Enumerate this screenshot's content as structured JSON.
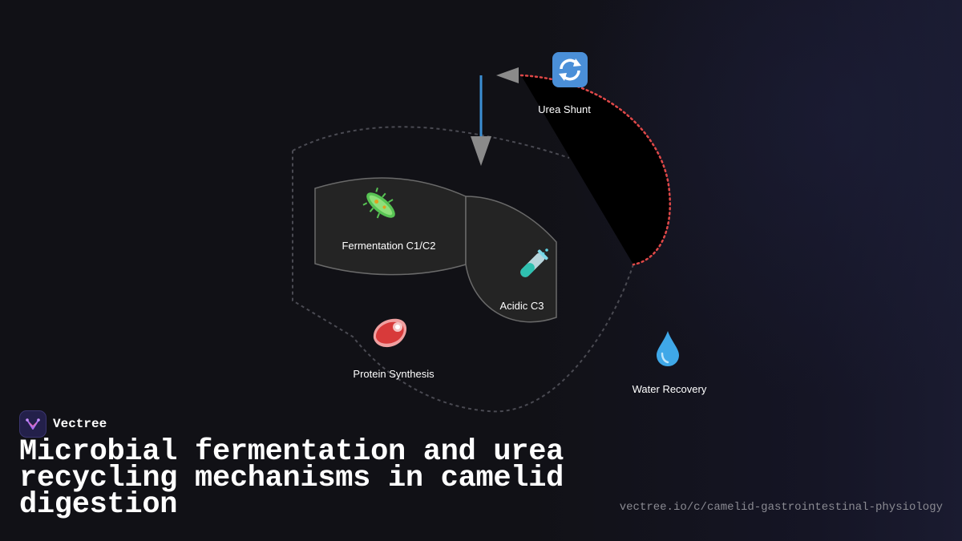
{
  "diagram": {
    "nodes": {
      "urea_shunt": {
        "label": "Urea Shunt",
        "icon": "counterclockwise-arrows-icon"
      },
      "fermentation": {
        "label": "Fermentation C1/C2",
        "icon": "microbe-icon"
      },
      "acidic": {
        "label": "Acidic C3",
        "icon": "test-tube-icon"
      },
      "protein": {
        "label": "Protein Synthesis",
        "icon": "meat-icon"
      },
      "water": {
        "label": "Water Recovery",
        "icon": "droplet-icon"
      }
    },
    "colors": {
      "compartment_fill": "#242424",
      "compartment_stroke": "#6a6a6a",
      "dashed_outline": "#4a4a52",
      "urea_path": "#e04848",
      "inflow_arrow": "#3b8fd4",
      "arrow_head": "#8a8a8a"
    }
  },
  "brand": {
    "name": "Vectree"
  },
  "title": "Microbial fermentation and urea recycling mechanisms in camelid digestion",
  "url": "vectree.io/c/camelid-gastrointestinal-physiology"
}
